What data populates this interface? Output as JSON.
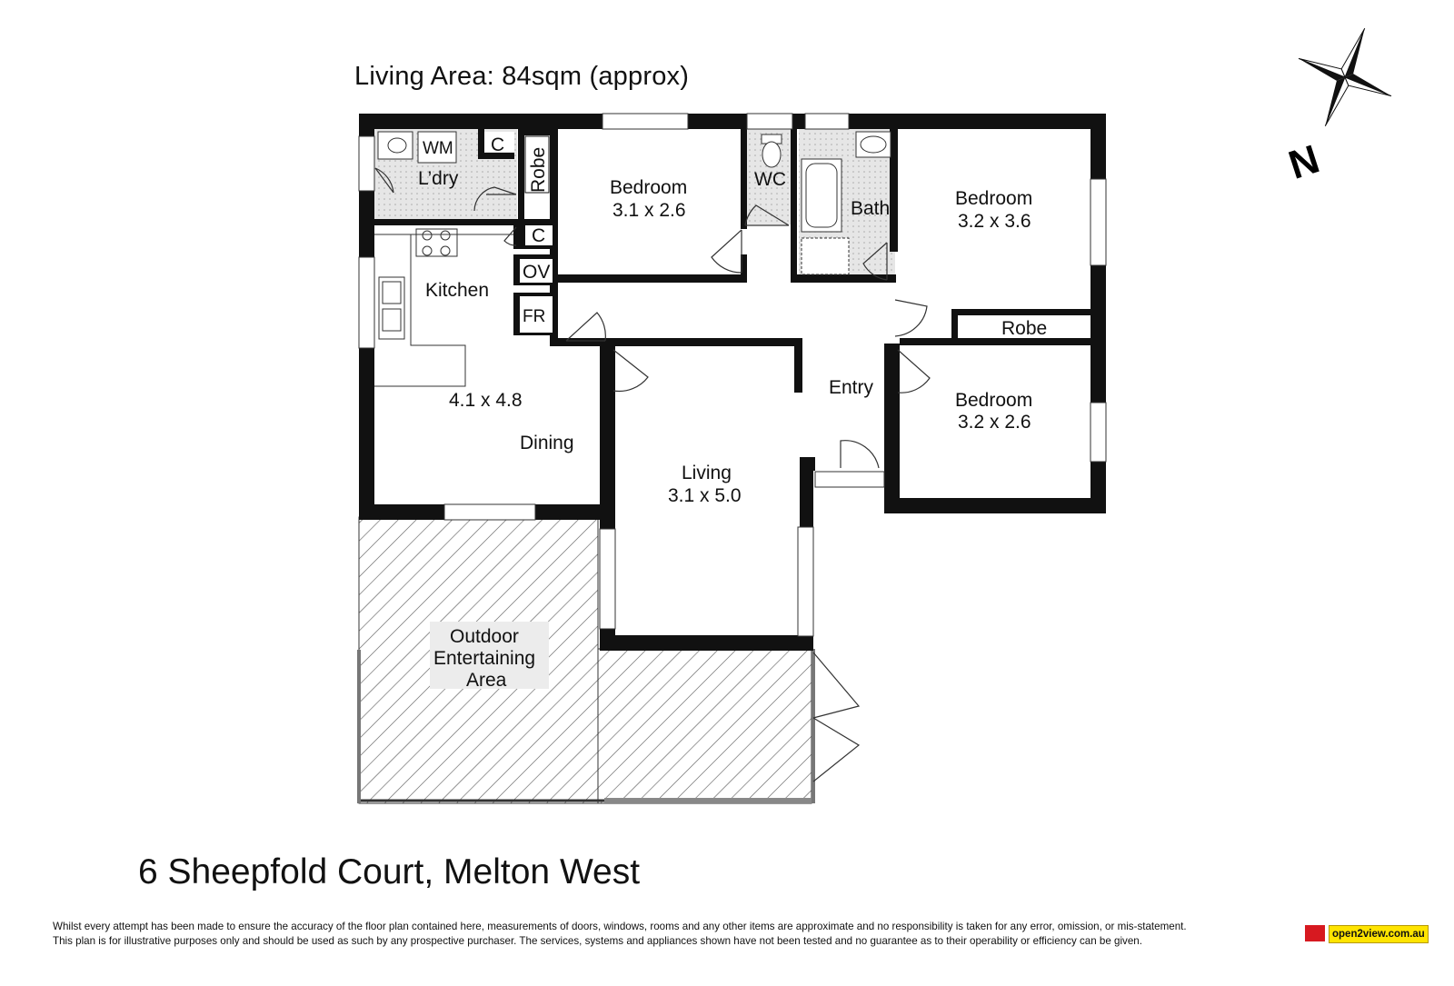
{
  "header": {
    "living_area": "Living Area: 84sqm (approx)"
  },
  "rooms": {
    "wm": "WM",
    "cupboard_laundry": "C",
    "laundry": "L’dry",
    "robe_vertical": "Robe",
    "bedroom2_name": "Bedroom",
    "bedroom2_size": "3.1 x 2.6",
    "wc": "WC",
    "bath": "Bath",
    "bedroom1_name": "Bedroom",
    "bedroom1_size": "3.2 x 3.6",
    "cupboard_kitchen": "C",
    "oven": "OV",
    "kitchen": "Kitchen",
    "fridge": "FR",
    "robe_master": "Robe",
    "entry": "Entry",
    "kitchen_size": "4.1 x 4.8",
    "dining": "Dining",
    "bedroom3_name": "Bedroom",
    "bedroom3_size": "3.2 x 2.6",
    "living_name": "Living",
    "living_size": "3.1 x 5.0",
    "outdoor_line1": "Outdoor",
    "outdoor_line2": "Entertaining",
    "outdoor_line3": "Area"
  },
  "compass": {
    "label": "N"
  },
  "address": "6 Sheepfold Court, Melton West",
  "disclaimer": {
    "line1": "Whilst every attempt has been made to ensure the accuracy of the floor plan contained here, measurements of doors, windows, rooms and any other items are approximate and no responsibility is taken for any error, omission, or mis-statement.",
    "line2": "This plan is for illustrative purposes only and should be used as such by any prospective purchaser. The services, systems and appliances shown have not been tested and no guarantee as to their operability or efficiency can be given."
  },
  "logo": {
    "text": "open2view.com.au"
  },
  "colors": {
    "wall": "#111111",
    "wet_floor": "#e3e3e3",
    "hatch": "#555555",
    "logo_yellow": "#ffe400",
    "logo_red": "#d71920"
  }
}
